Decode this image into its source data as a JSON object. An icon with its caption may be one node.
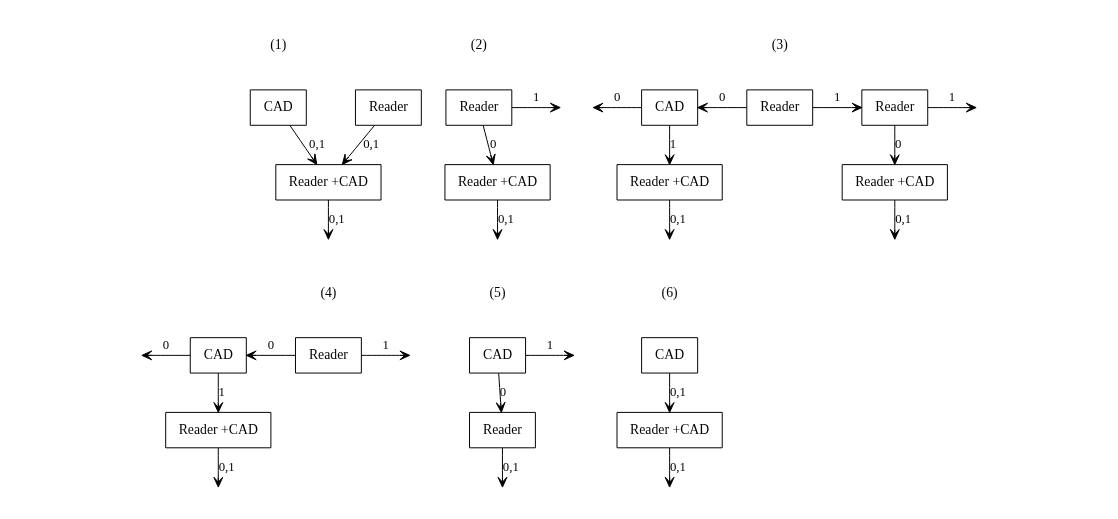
{
  "diagram": {
    "nodes": [
      {
        "text": [
          "CAD"
        ]
      },
      {
        "text": [
          "Reader"
        ]
      },
      {
        "text": [
          "Reader +CAD"
        ]
      },
      {
        "text": [
          "Reader"
        ]
      },
      {
        "text": [
          "Reader +CAD"
        ]
      },
      {
        "text": [
          "CAD"
        ]
      },
      {
        "text": [
          "Reader"
        ]
      },
      {
        "text": [
          "Reader"
        ]
      },
      {
        "text": [
          "Reader +CAD"
        ]
      },
      {
        "text": [
          "Reader +CAD"
        ]
      },
      {
        "text": [
          "CAD"
        ]
      },
      {
        "text": [
          "Reader"
        ]
      },
      {
        "text": [
          "Reader +CAD"
        ]
      },
      {
        "text": [
          "CAD"
        ]
      },
      {
        "text": [
          "Reader"
        ]
      },
      {
        "text": [
          "CAD"
        ]
      },
      {
        "text": [
          "Reader +CAD"
        ]
      }
    ],
    "edges": [
      {
        "from": 0,
        "to": 2,
        "arrow": "to",
        "label": "0,1"
      },
      {
        "from": 1,
        "to": 2,
        "arrow": "to",
        "label": "0,1"
      },
      {
        "from": 2,
        "to": null,
        "arrow": "to",
        "label": "0,1"
      },
      {
        "from": 3,
        "to": null,
        "arrow": "to",
        "label": "1"
      },
      {
        "from": 3,
        "to": 4,
        "arrow": "to",
        "label": "0"
      },
      {
        "from": 4,
        "to": null,
        "arrow": "to",
        "label": "0,1"
      },
      {
        "from": 5,
        "to": null,
        "arrow": "to",
        "label": "0"
      },
      {
        "from": 6,
        "to": 5,
        "arrow": "to",
        "label": "0"
      },
      {
        "from": 6,
        "to": 7,
        "arrow": "to",
        "label": "1"
      },
      {
        "from": 7,
        "to": null,
        "arrow": "to",
        "label": "1"
      },
      {
        "from": 5,
        "to": 8,
        "arrow": "to",
        "label": "1"
      },
      {
        "from": 7,
        "to": 9,
        "arrow": "to",
        "label": "0"
      },
      {
        "from": 8,
        "to": null,
        "arrow": "to",
        "label": "0,1"
      },
      {
        "from": 9,
        "to": null,
        "arrow": "to",
        "label": "0,1"
      },
      {
        "from": 10,
        "to": null,
        "arrow": "to",
        "label": "0"
      },
      {
        "from": 11,
        "to": 10,
        "arrow": "to",
        "label": "0"
      },
      {
        "from": 11,
        "to": null,
        "arrow": "to",
        "label": "1"
      },
      {
        "from": 10,
        "to": 12,
        "arrow": "to",
        "label": "1"
      },
      {
        "from": 12,
        "to": null,
        "arrow": "to",
        "label": "0,1"
      },
      {
        "from": 13,
        "to": null,
        "arrow": "to",
        "label": "1"
      },
      {
        "from": 13,
        "to": 14,
        "arrow": "to",
        "label": "0"
      },
      {
        "from": 14,
        "to": null,
        "arrow": "to",
        "label": "0,1"
      },
      {
        "from": 15,
        "to": 16,
        "arrow": "to",
        "label": "0,1"
      },
      {
        "from": 16,
        "to": null,
        "arrow": "to",
        "label": "0,1"
      }
    ],
    "labels": [
      "(1)",
      "(2)",
      "(3)",
      "(4)",
      "(5)",
      "(6)"
    ]
  }
}
